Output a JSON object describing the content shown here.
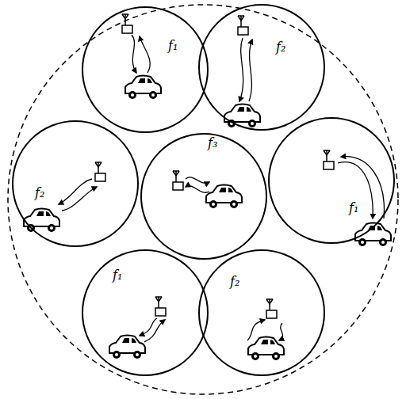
{
  "diagram": {
    "nodes": [
      {
        "text": [
          "f₁"
        ]
      },
      {
        "text": [
          "f₂"
        ]
      },
      {
        "text": [
          "f₂"
        ]
      },
      {
        "text": [
          "f₃"
        ]
      },
      {
        "text": [
          "f₁"
        ]
      },
      {
        "text": [
          "f₁"
        ]
      },
      {
        "text": [
          "f₂"
        ]
      }
    ]
  }
}
